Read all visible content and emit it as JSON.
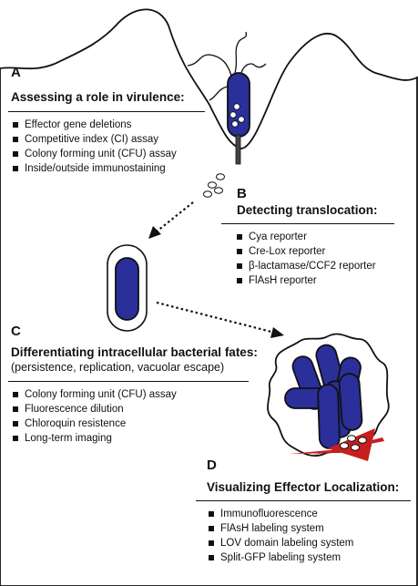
{
  "colors": {
    "bacterium": "#2a2f9a",
    "outline": "#111111",
    "membrane": "#d21d1d"
  },
  "sections": {
    "A": {
      "letter": "A",
      "title": "Assessing a role in virulence:",
      "items": [
        "Effector gene deletions",
        "Competitive index (CI) assay",
        "Colony forming unit (CFU) assay",
        "Inside/outside immunostaining"
      ]
    },
    "B": {
      "letter": "B",
      "title": "Detecting translocation:",
      "items": [
        "Cya reporter",
        "Cre-Lox reporter",
        "β-lactamase/CCF2 reporter",
        "FlAsH reporter"
      ]
    },
    "C": {
      "letter": "C",
      "title": "Differentiating intracellular bacterial fates:",
      "subtitle": "(persistence, replication, vacuolar escape)",
      "items": [
        "Colony forming unit (CFU) assay",
        "Fluorescence dilution",
        "Chloroquin resistence",
        "Long-term imaging"
      ]
    },
    "D": {
      "letter": "D",
      "title": "Visualizing Effector Localization:",
      "items": [
        "Immunofluorescence",
        "FlAsH labeling system",
        "LOV domain labeling system",
        "Split-GFP labeling system"
      ]
    }
  }
}
